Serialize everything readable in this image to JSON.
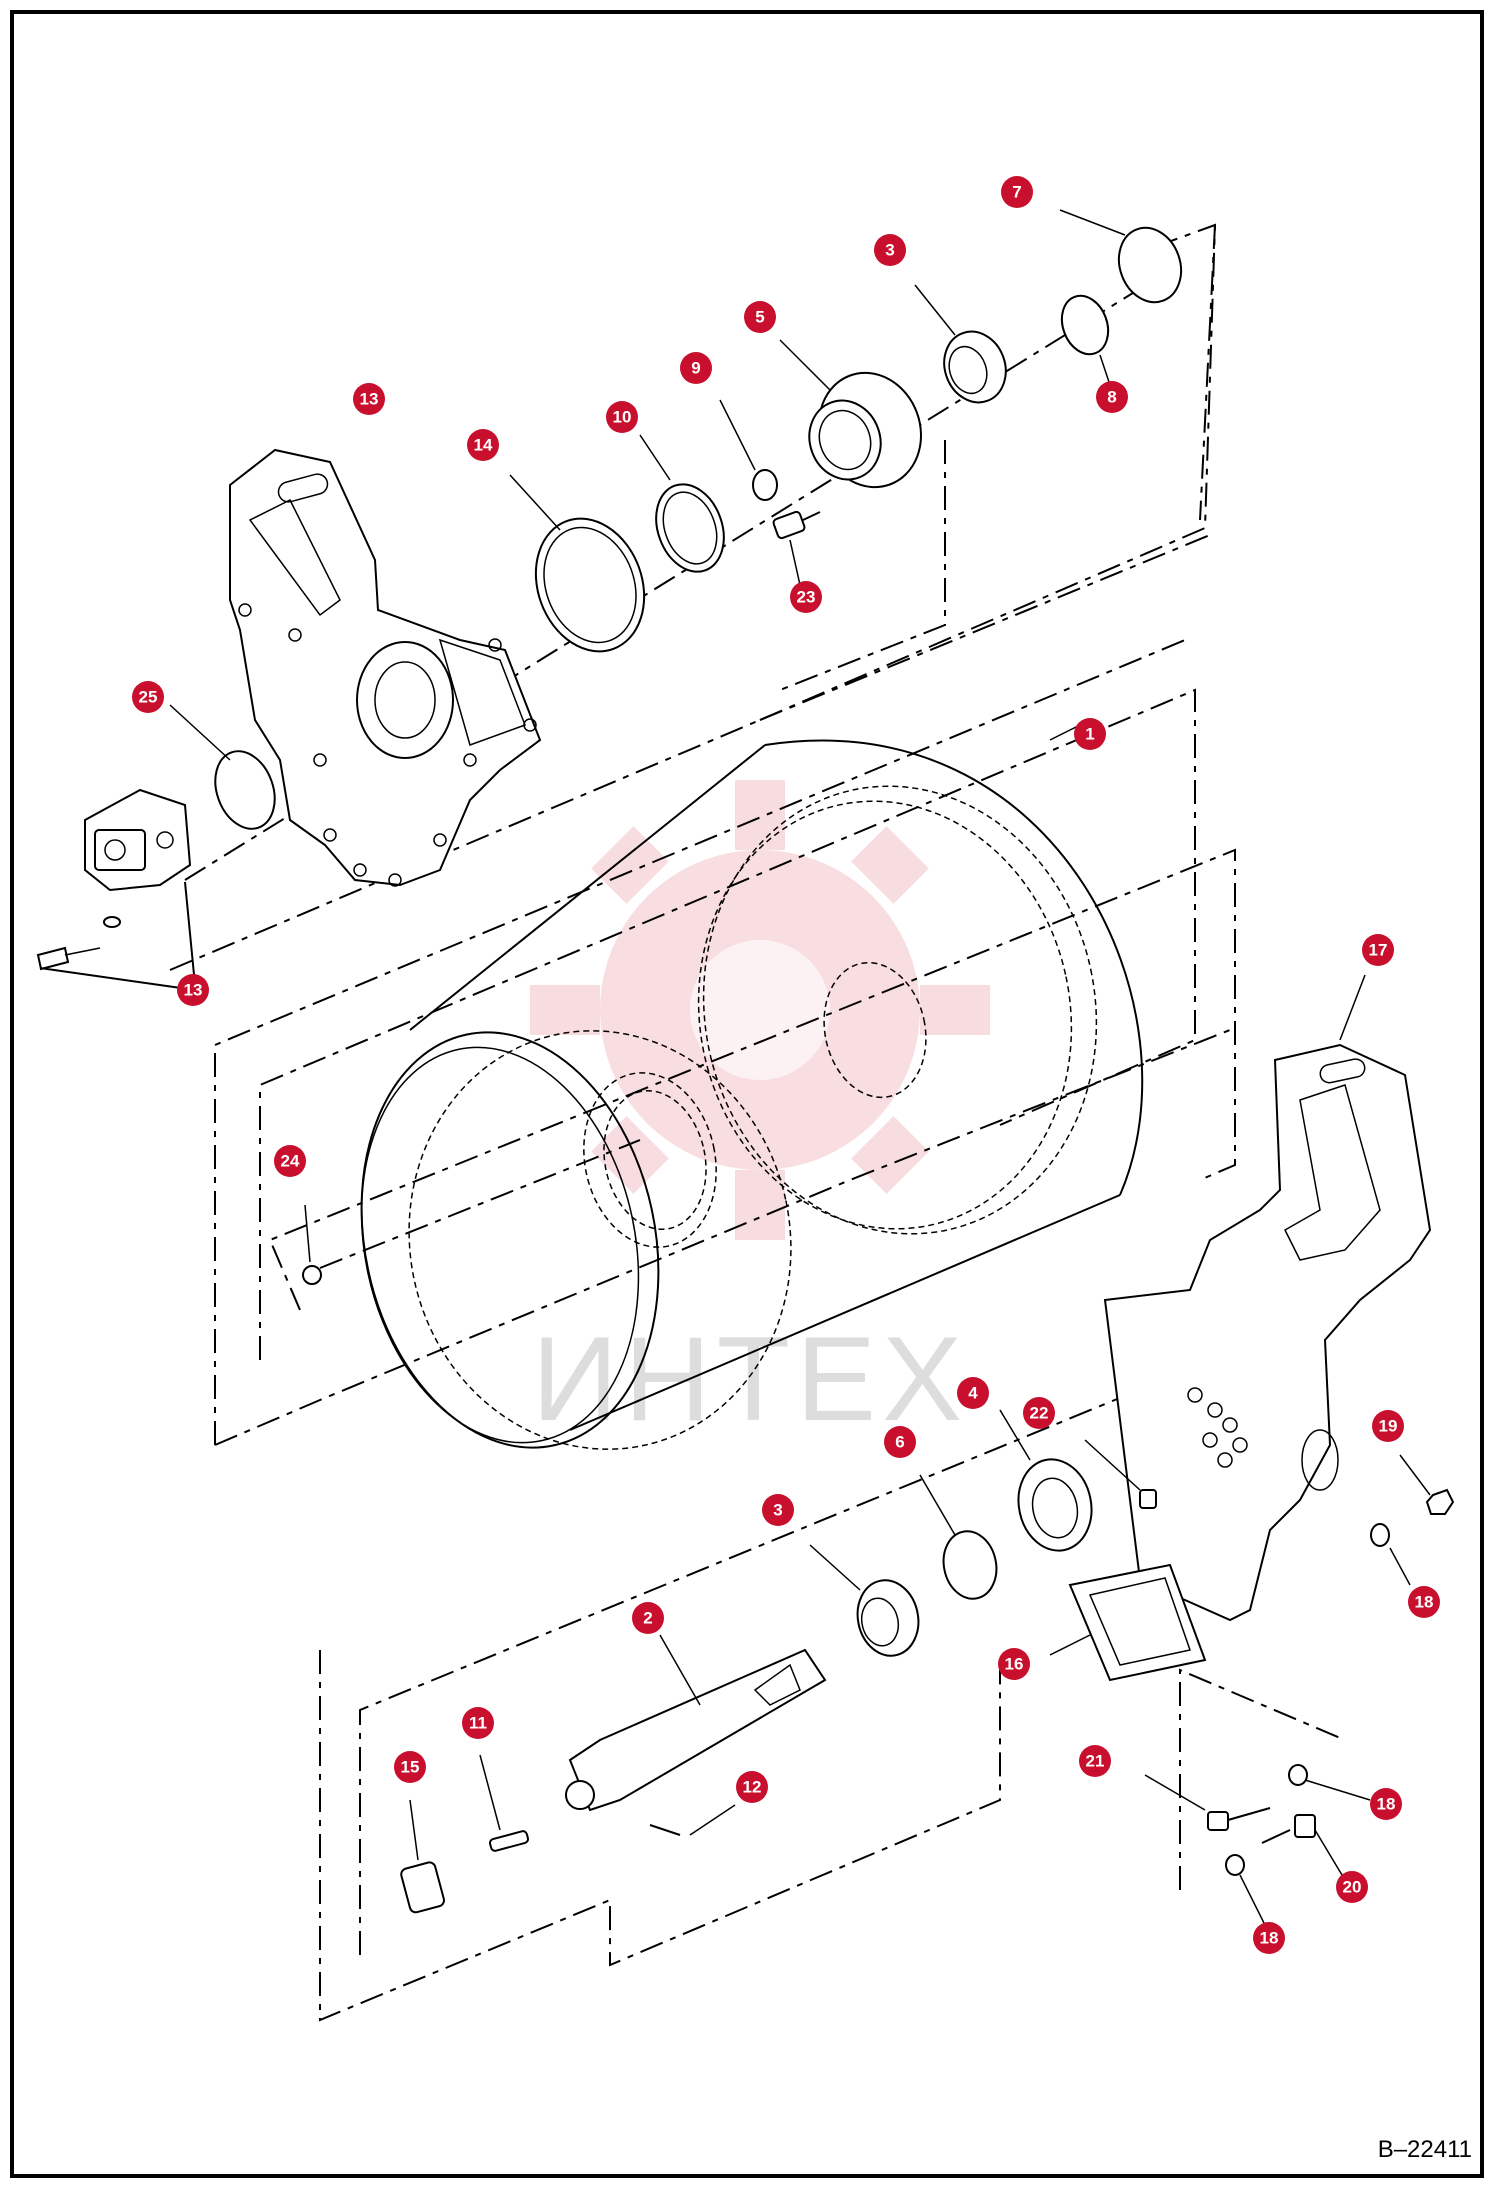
{
  "drawing_number": "B–22411",
  "watermark_text": "ИНТЕХ",
  "accent_color": "#c8102e",
  "callouts": [
    {
      "label": "1"
    },
    {
      "label": "2"
    },
    {
      "label": "3"
    },
    {
      "label": "3"
    },
    {
      "label": "4"
    },
    {
      "label": "5"
    },
    {
      "label": "6"
    },
    {
      "label": "7"
    },
    {
      "label": "8"
    },
    {
      "label": "9"
    },
    {
      "label": "10"
    },
    {
      "label": "11"
    },
    {
      "label": "12"
    },
    {
      "label": "13"
    },
    {
      "label": "13"
    },
    {
      "label": "14"
    },
    {
      "label": "15"
    },
    {
      "label": "16"
    },
    {
      "label": "17"
    },
    {
      "label": "18"
    },
    {
      "label": "18"
    },
    {
      "label": "18"
    },
    {
      "label": "19"
    },
    {
      "label": "20"
    },
    {
      "label": "21"
    },
    {
      "label": "22"
    },
    {
      "label": "23"
    },
    {
      "label": "24"
    },
    {
      "label": "25"
    }
  ]
}
